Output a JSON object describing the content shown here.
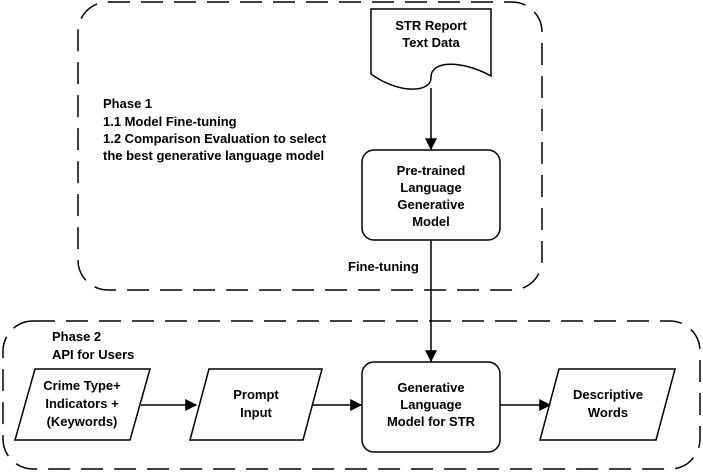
{
  "phase1": {
    "title": "Phase 1",
    "line1": "1.1 Model Fine-tuning",
    "line2": "1.2 Comparison Evaluation to select",
    "line3": "the best generative language model"
  },
  "phase2": {
    "title": "Phase 2",
    "subtitle": "API for Users"
  },
  "nodes": {
    "str_report": {
      "line1": "STR Report",
      "line2": "Text Data"
    },
    "pretrained": {
      "line1": "Pre-trained",
      "line2": "Language",
      "line3": "Generative",
      "line4": "Model"
    },
    "generative": {
      "line1": "Generative",
      "line2": "Language",
      "line3": "Model for STR"
    },
    "crime": {
      "line1": "Crime Type+",
      "line2": "Indicators +",
      "line3": "(Keywords)"
    },
    "prompt": {
      "line1": "Prompt",
      "line2": "Input"
    },
    "descriptive": {
      "line1": "Descriptive",
      "line2": "Words"
    }
  },
  "edges": {
    "fine_tuning_label": "Fine-tuning"
  }
}
